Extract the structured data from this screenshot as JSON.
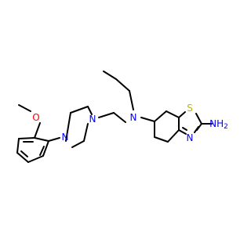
{
  "structure": {
    "atoms": {
      "n_amine": {
        "symbol": "N",
        "color": "#0000ff"
      },
      "n_piperazine_top": {
        "symbol": "N",
        "color": "#0000ff"
      },
      "n_piperazine_bottom": {
        "symbol": "N",
        "color": "#0000ff"
      },
      "n_thiazole": {
        "symbol": "N",
        "color": "#0000ff"
      },
      "s_thiazole": {
        "symbol": "S",
        "color": "#b8b800"
      },
      "o_methoxy": {
        "symbol": "O",
        "color": "#ff0000"
      },
      "nh2": {
        "symbol": "NH",
        "subscript": "2",
        "color": "#0000ff"
      }
    }
  }
}
